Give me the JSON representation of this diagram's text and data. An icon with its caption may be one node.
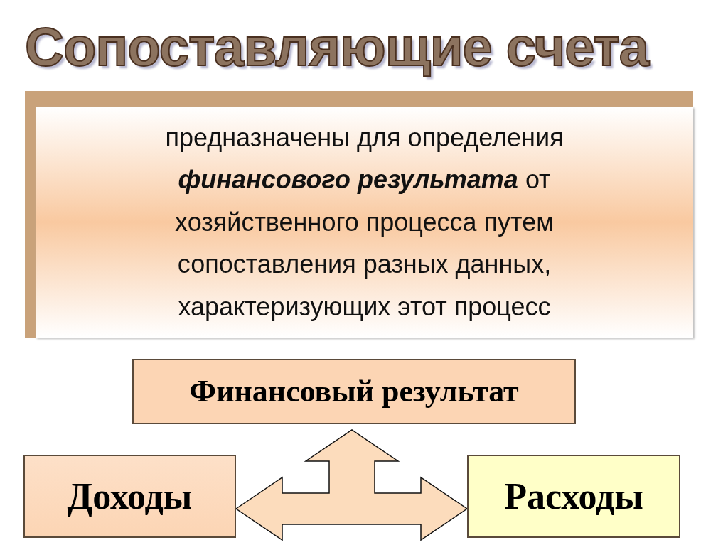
{
  "diagram": {
    "title": "Сопоставляющие счета",
    "nodes": [
      {
        "text": [
          "предназначены для определения **финансового результата** от хозяйственного процесса путем сопоставления разных данных, характеризующих этот процесс"
        ]
      },
      {
        "text": [
          "Финансовый результат"
        ]
      },
      {
        "text": [
          "Доходы"
        ]
      },
      {
        "text": [
          "Расходы"
        ]
      }
    ],
    "edges": [
      {
        "from": 2,
        "to": 3,
        "arrow": "both"
      },
      {
        "from": null,
        "to": 1,
        "arrow": "to"
      }
    ]
  }
}
